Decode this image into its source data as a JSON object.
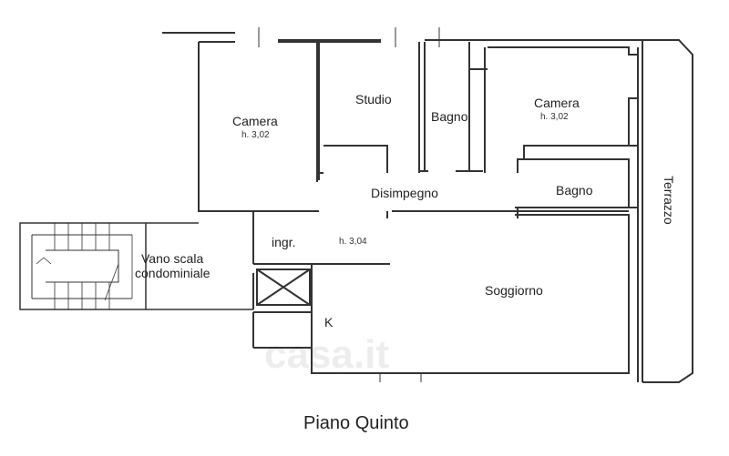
{
  "plan": {
    "title": "Piano Quinto",
    "watermark": "casa.it",
    "rooms": {
      "camera_left": {
        "label": "Camera",
        "height": "h. 3,02"
      },
      "studio": {
        "label": "Studio"
      },
      "bagno_top": {
        "label": "Bagno"
      },
      "camera_right": {
        "label": "Camera",
        "height": "h. 3,02"
      },
      "disimpegno": {
        "label": "Disimpegno"
      },
      "bagno_right": {
        "label": "Bagno"
      },
      "ingresso": {
        "label": "ingr.",
        "height": "h. 3,04"
      },
      "vano_scala": {
        "label_line1": "Vano scala",
        "label_line2": "condominiale"
      },
      "soggiorno": {
        "label": "Soggiorno"
      },
      "cucina": {
        "label": "K"
      },
      "terrazzo": {
        "label": "Terrazzo"
      }
    },
    "colors": {
      "wall": "#333333",
      "line": "#555555",
      "background": "#ffffff"
    }
  }
}
